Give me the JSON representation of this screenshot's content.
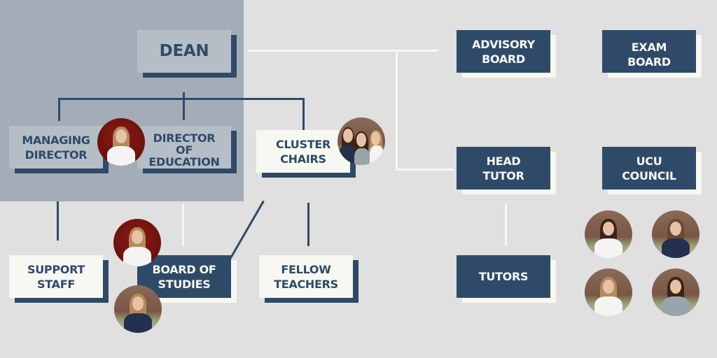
{
  "nodes": {
    "dean": "DEAN",
    "managing_director": [
      "MANAGING",
      "DIRECTOR"
    ],
    "director_of_education": [
      "DIRECTOR",
      "OF",
      "EDUCATION"
    ],
    "cluster_chairs": [
      "CLUSTER",
      "CHAIRS"
    ],
    "support_staff": [
      "SUPPORT",
      "STAFF"
    ],
    "board_of_studies": [
      "BOARD OF",
      "STUDIES"
    ],
    "fellow_teachers": [
      "FELLOW",
      "TEACHERS"
    ],
    "advisory_board": [
      "ADVISORY",
      "BOARD"
    ],
    "exam_board": [
      "EXAM",
      "BOARD"
    ],
    "head_tutor": [
      "HEAD",
      "TUTOR"
    ],
    "ucu_council": [
      "UCU",
      "COUNCIL"
    ],
    "tutors": "TUTORS"
  },
  "colors": {
    "navy": "#2f4a68",
    "cream": "#f7f8f1",
    "panel": "#a4adb7",
    "background": "#e0e0e0"
  }
}
